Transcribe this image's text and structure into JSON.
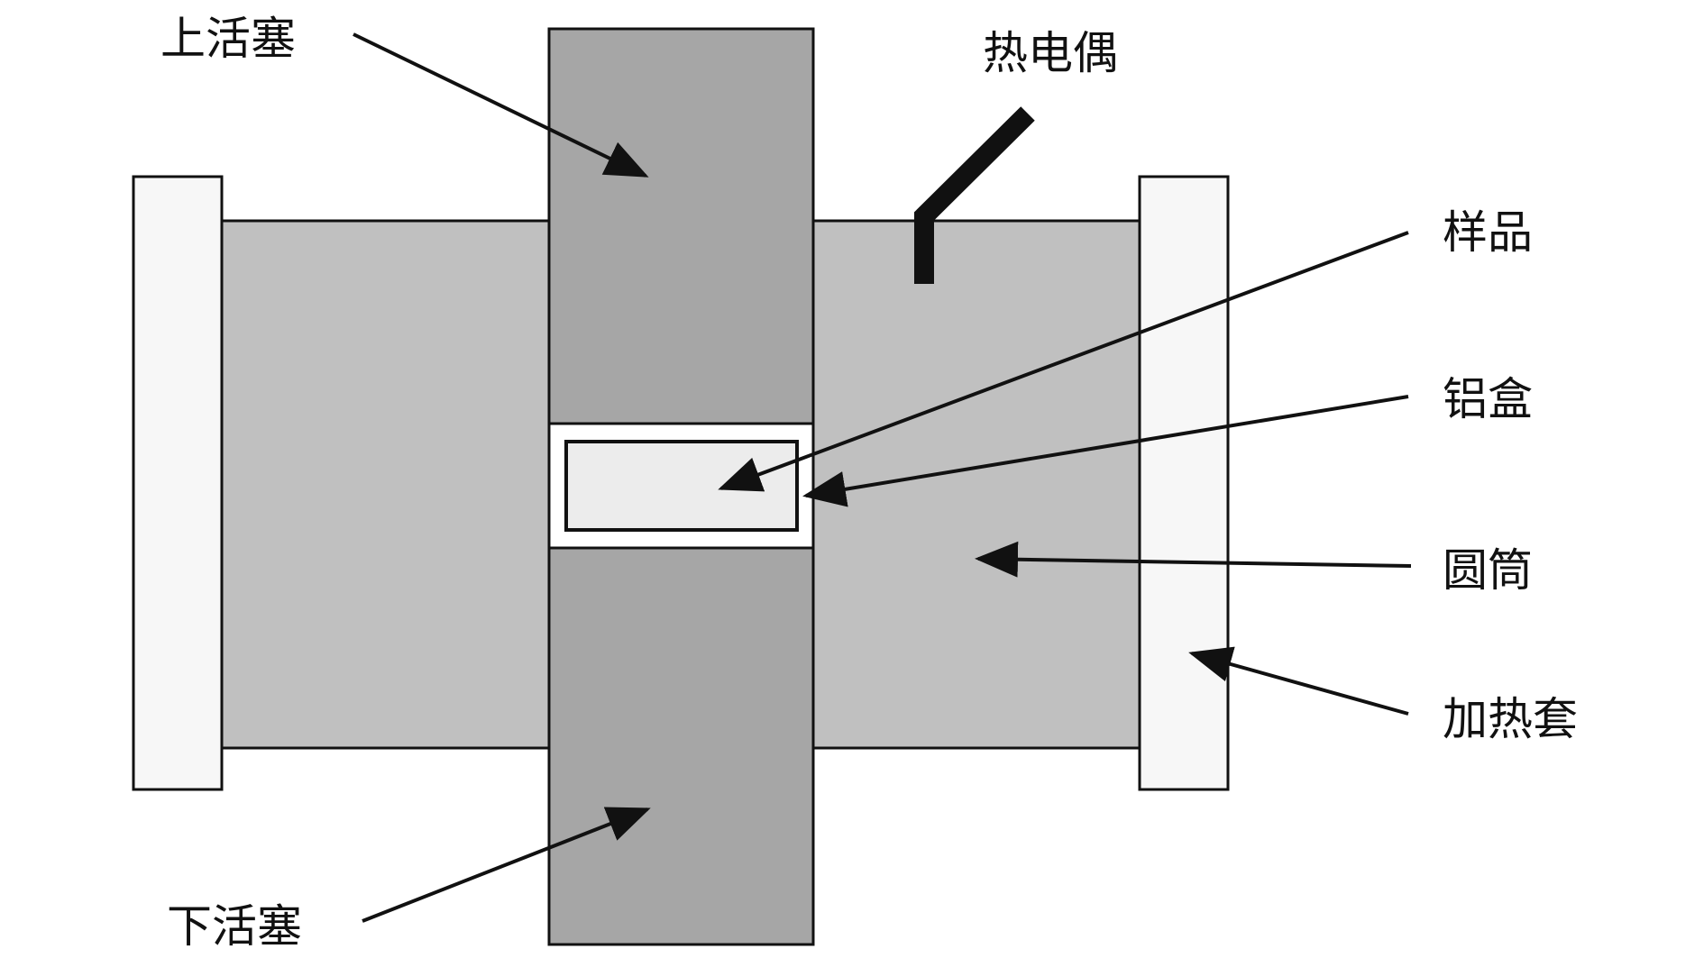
{
  "labels": {
    "upper_piston": "上活塞",
    "thermocouple": "热电偶",
    "sample": "样品",
    "aluminum_box": "铝盒",
    "cylinder": "圆筒",
    "heating_jacket": "加热套",
    "lower_piston": "下活塞"
  },
  "colors": {
    "cylinder_fill": "#c0c0c0",
    "piston_fill": "#a6a6a6",
    "jacket_fill": "#f7f7f7",
    "sample_fill": "#ececec",
    "box_fill": "#ffffff",
    "stroke": "#111111"
  }
}
